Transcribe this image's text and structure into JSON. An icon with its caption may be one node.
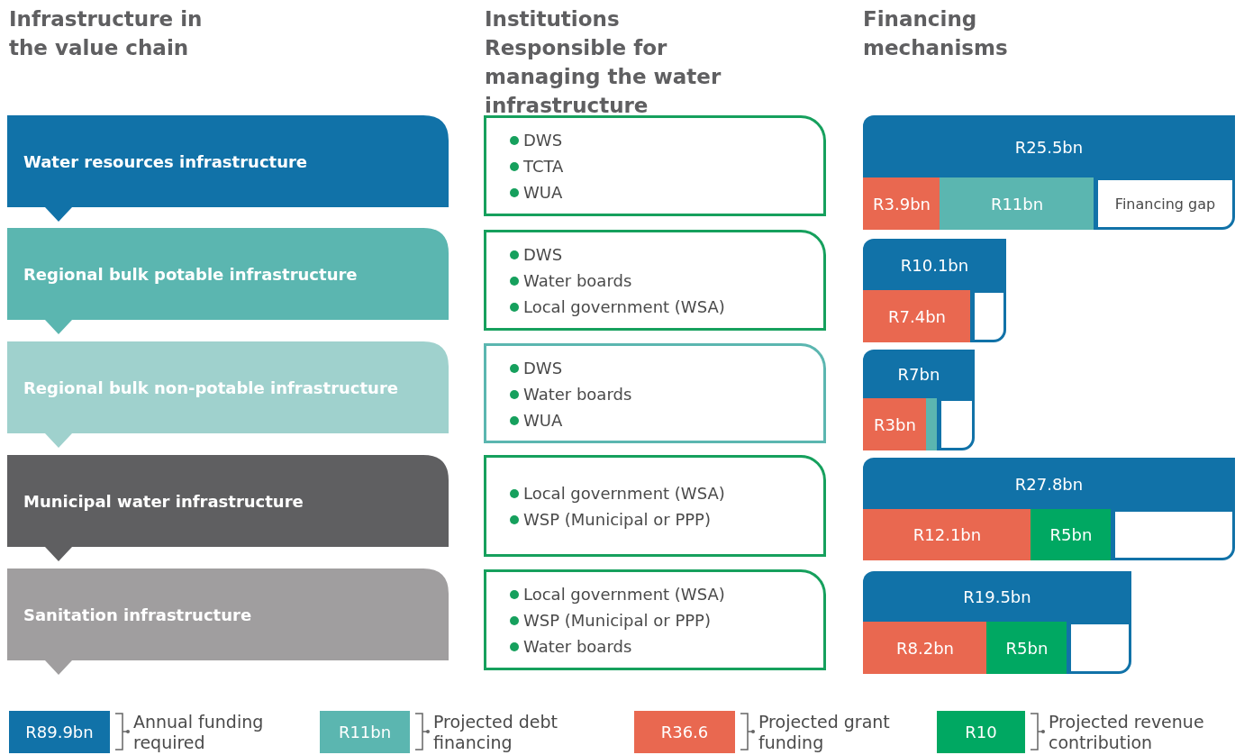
{
  "diagram": {
    "nodes": [
      {
        "text": [
          "Water resources infrastructure"
        ]
      },
      {
        "text": [
          "Regional bulk potable infrastructure"
        ]
      },
      {
        "text": [
          "Regional bulk non-potable infrastructure"
        ]
      },
      {
        "text": [
          "Municipal water infrastructure"
        ]
      },
      {
        "text": [
          "Sanitation infrastructure"
        ]
      },
      {
        "text": [
          "DWS",
          "TCTA",
          "WUA"
        ]
      },
      {
        "text": [
          "DWS",
          "Water boards",
          "Local government (WSA)"
        ]
      },
      {
        "text": [
          "DWS",
          "Water boards",
          "WUA"
        ]
      },
      {
        "text": [
          "Local government (WSA)",
          "WSP (Municipal or PPP)"
        ]
      },
      {
        "text": [
          "Local government (WSA)",
          "WSP (Municipal or PPP)",
          "Water boards"
        ]
      },
      {
        "text": [
          "R25.5bn"
        ]
      },
      {
        "text": [
          "R3.9bn"
        ]
      },
      {
        "text": [
          "R11bn"
        ]
      },
      {
        "text": [
          "Financing gap"
        ]
      },
      {
        "text": [
          "R10.1bn"
        ]
      },
      {
        "text": [
          "R7.4bn"
        ]
      },
      {
        "text": [],
        "shape": "box"
      },
      {
        "text": [
          "R7bn"
        ]
      },
      {
        "text": [
          "R3bn"
        ]
      },
      {
        "text": [],
        "shape": "bar"
      },
      {
        "text": [],
        "shape": "box"
      },
      {
        "text": [
          "R27.8bn"
        ]
      },
      {
        "text": [
          "R12.1bn"
        ]
      },
      {
        "text": [
          "R5bn"
        ]
      },
      {
        "text": [],
        "shape": "box"
      },
      {
        "text": [
          "R19.5bn"
        ]
      },
      {
        "text": [
          "R8.2bn"
        ]
      },
      {
        "text": [
          "R5bn"
        ]
      },
      {
        "text": [],
        "shape": "box"
      }
    ],
    "edges": [],
    "labels": [
      "Infrastructure in the value chain",
      "Institutions Responsible for managing the water infrastructure",
      "Financing mechanisms",
      "R89.9bn",
      "R11bn",
      "R36.6",
      "R10"
    ],
    "legend": [
      {
        "text": "Annual funding required",
        "color": "#1172a8"
      },
      {
        "text": "Projected debt financing",
        "color": "#5bb6b0"
      },
      {
        "text": "Projected grant funding",
        "color": "#e96850"
      },
      {
        "text": "Projected revenue contribution",
        "color": "#00a862"
      }
    ]
  }
}
